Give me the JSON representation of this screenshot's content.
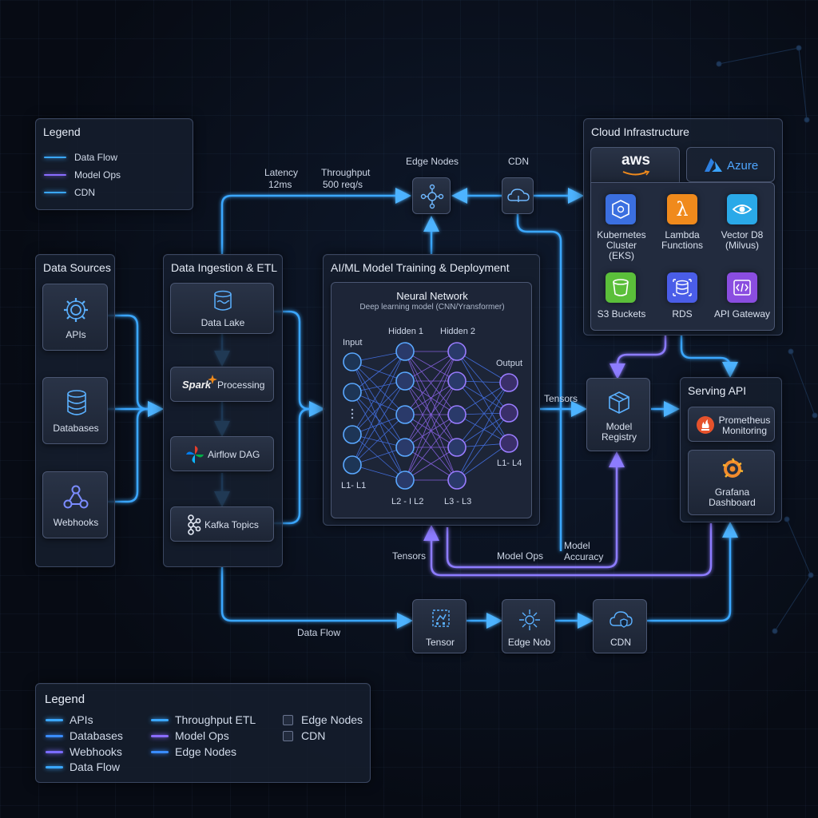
{
  "legend_top": {
    "title": "Legend",
    "items": [
      {
        "label": "Data Flow",
        "color": "#3aa7ff"
      },
      {
        "label": "Model Ops",
        "color": "#8a6cff"
      },
      {
        "label": "CDN",
        "color": "#3aa7ff"
      }
    ]
  },
  "metrics": {
    "latency_label": "Latency",
    "latency_value": "12ms",
    "throughput_label": "Throughput",
    "throughput_value": "500 req/s"
  },
  "top_nodes": {
    "edge_nodes": "Edge Nodes",
    "cdn": "CDN"
  },
  "data_sources": {
    "title": "Data Sources",
    "items": [
      "APIs",
      "Databases",
      "Webhooks"
    ]
  },
  "ingestion": {
    "title": "Data Ingestion & ETL",
    "data_lake": "Data Lake",
    "spark_logo": "Spark",
    "processing": "Processing",
    "airflow": "Airflow DAG",
    "kafka": "Kafka Topics"
  },
  "ml": {
    "title": "AI/ML Model Training & Deployment",
    "nn_title": "Neural Network",
    "nn_subtitle": "Deep learning model (CNN/Yransformer)",
    "input": "Input",
    "hidden1": "Hidden 1",
    "hidden2": "Hidden 2",
    "output": "Output",
    "l_input": "L1- L1",
    "l_h1": "L2 - I L2",
    "l_h2": "L3 - L3",
    "l_out": "L1- L4"
  },
  "cloud": {
    "title": "Cloud Infrastructure",
    "aws": "aws",
    "azure": "Azure",
    "services": [
      {
        "label": "Kubernetes\nCluster\n(EKS)",
        "color": "#3b6fe0"
      },
      {
        "label": "Lambda\nFunctions",
        "color": "#f08a1c"
      },
      {
        "label": "Vector D8\n(Milvus)",
        "color": "#2aa9e8"
      },
      {
        "label": "S3 Buckets",
        "color": "#5bbf3a"
      },
      {
        "label": "RDS",
        "color": "#4a5de8"
      },
      {
        "label": "API Gateway",
        "color": "#8a4de0"
      }
    ]
  },
  "registry": {
    "label": "Model\nRegistry",
    "tensors": "Tensors"
  },
  "serving": {
    "title": "Serving API",
    "prometheus": "Prometheus\nMonitoring",
    "grafana": "Grafana\nDashboard"
  },
  "bottom_flow": {
    "tensors": "Tensors",
    "model_ops": "Model Ops",
    "model_accuracy": "Model\nAccuracy",
    "data_flow": "Data Flow",
    "tensor": "Tensor",
    "edge_nob": "Edge Nob",
    "cdn": "CDN"
  },
  "legend_bottom": {
    "title": "Legend",
    "col1": [
      {
        "label": "APIs",
        "color": "#3aa7ff"
      },
      {
        "label": "Databases",
        "color": "#3a8cff"
      },
      {
        "label": "Webhooks",
        "color": "#7a6cff"
      },
      {
        "label": "Data Flow",
        "color": "#3aa7ff"
      }
    ],
    "col2": [
      {
        "label": "Throughput ETL",
        "color": "#3aa7ff"
      },
      {
        "label": "Model Ops",
        "color": "#8a6cff"
      },
      {
        "label": "Edge Nodes",
        "color": "#3a8cff"
      }
    ],
    "col3": [
      "Edge Nodes",
      "CDN"
    ]
  }
}
